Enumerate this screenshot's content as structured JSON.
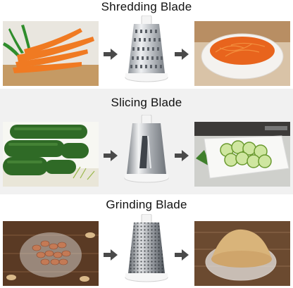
{
  "sections": [
    {
      "title": "Shredding Blade",
      "left_image": "carrots-photo",
      "blade_image": "shredding-drum-blade",
      "right_image": "shredded-carrots-bowl"
    },
    {
      "title": "Slicing Blade",
      "left_image": "cucumbers-photo",
      "blade_image": "slicing-drum-blade",
      "right_image": "sliced-cucumbers-plate"
    },
    {
      "title": "Grinding Blade",
      "left_image": "peanuts-bowl-photo",
      "blade_image": "grinding-drum-blade",
      "right_image": "ground-powder-bowl"
    }
  ],
  "colors": {
    "arrow": "#4a4a4a",
    "steel": "#c9ccd0",
    "background_band": "#f1f1f1",
    "text": "#111111"
  }
}
